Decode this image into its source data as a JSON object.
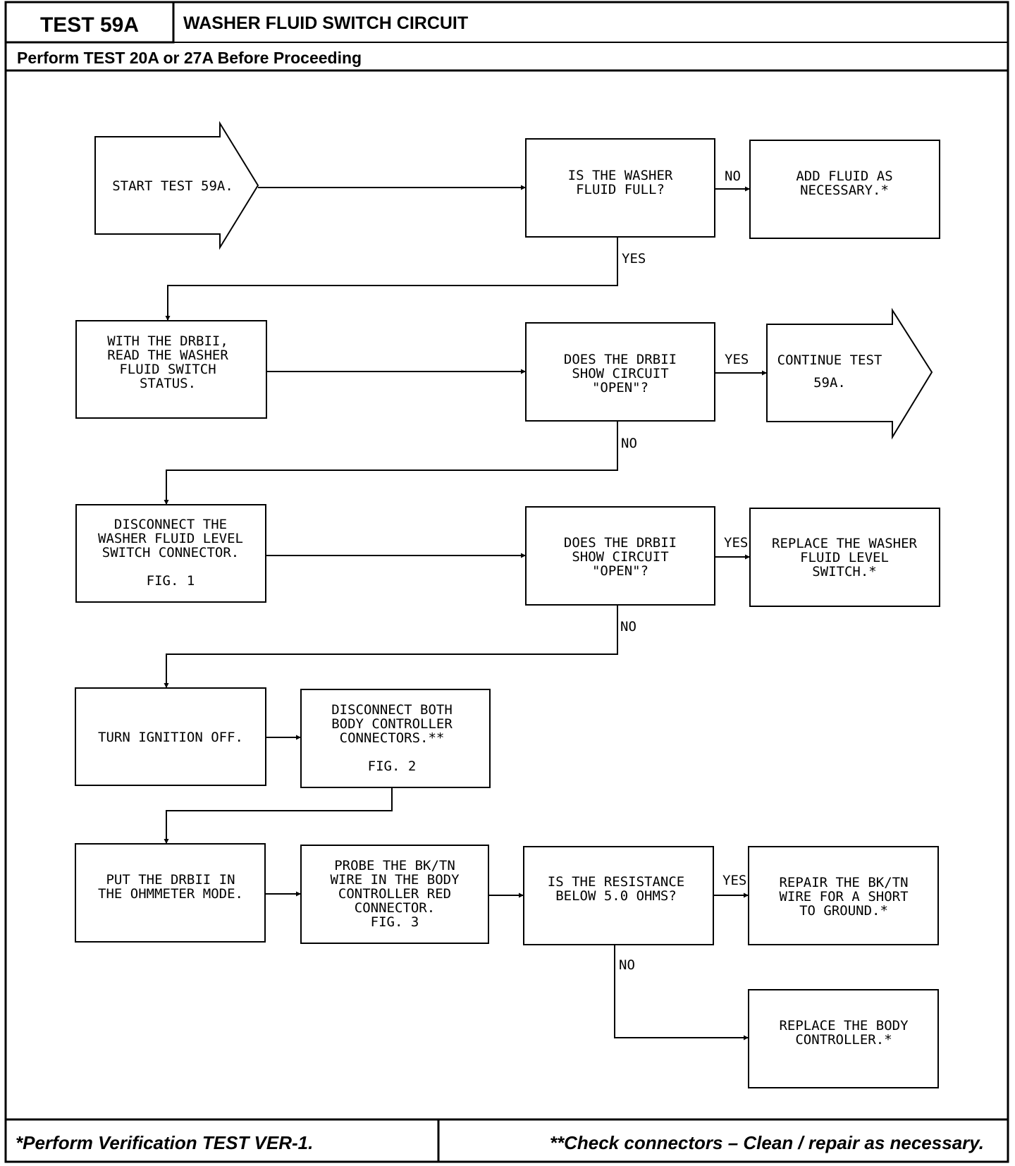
{
  "header": {
    "test_id": "TEST 59A",
    "title": "WASHER FLUID SWITCH CIRCUIT",
    "subtitle": "Perform TEST 20A or 27A Before Proceeding"
  },
  "footer": {
    "left": "*Perform Verification TEST VER-1.",
    "right": "**Check connectors – Clean / repair as necessary."
  },
  "nodes": {
    "start": {
      "lines": [
        "START TEST 59A."
      ]
    },
    "q_full": {
      "lines": [
        "IS THE WASHER",
        "FLUID FULL?"
      ]
    },
    "add_fluid": {
      "lines": [
        "ADD FLUID AS",
        "NECESSARY.*"
      ]
    },
    "read_status": {
      "lines": [
        "WITH THE DRBII,",
        "READ THE WASHER",
        "FLUID SWITCH",
        "STATUS."
      ]
    },
    "q_open1": {
      "lines": [
        "DOES THE DRBII",
        "SHOW CIRCUIT",
        "\"OPEN\"?"
      ]
    },
    "continue": {
      "lines": [
        "CONTINUE TEST",
        "59A."
      ]
    },
    "disconnect_switch": {
      "lines": [
        "DISCONNECT THE",
        "WASHER FLUID LEVEL",
        "SWITCH CONNECTOR.",
        "",
        "FIG. 1"
      ]
    },
    "q_open2": {
      "lines": [
        "DOES THE DRBII",
        "SHOW CIRCUIT",
        "\"OPEN\"?"
      ]
    },
    "replace_switch": {
      "lines": [
        "REPLACE THE WASHER",
        "FLUID LEVEL",
        "SWITCH.*"
      ]
    },
    "ign_off": {
      "lines": [
        "TURN IGNITION OFF."
      ]
    },
    "disconnect_bc": {
      "lines": [
        "DISCONNECT BOTH",
        "BODY CONTROLLER",
        "CONNECTORS.**",
        "",
        "FIG. 2"
      ]
    },
    "ohm_mode": {
      "lines": [
        "PUT THE DRBII IN",
        "THE OHMMETER MODE."
      ]
    },
    "probe": {
      "lines": [
        "PROBE THE BK/TN",
        "WIRE IN THE BODY",
        "CONTROLLER RED",
        "CONNECTOR.",
        "FIG. 3"
      ]
    },
    "q_resist": {
      "lines": [
        "IS THE RESISTANCE",
        "BELOW 5.0 OHMS?"
      ]
    },
    "repair_wire": {
      "lines": [
        "REPAIR THE BK/TN",
        "WIRE FOR A SHORT",
        "TO GROUND.*"
      ]
    },
    "replace_bc": {
      "lines": [
        "REPLACE THE BODY",
        "CONTROLLER.*"
      ]
    }
  },
  "edge_labels": {
    "full_no": "NO",
    "full_yes": "YES",
    "open1_yes": "YES",
    "open1_no": "NO",
    "open2_yes": "YES",
    "open2_no": "NO",
    "resist_yes": "YES",
    "resist_no": "NO"
  }
}
